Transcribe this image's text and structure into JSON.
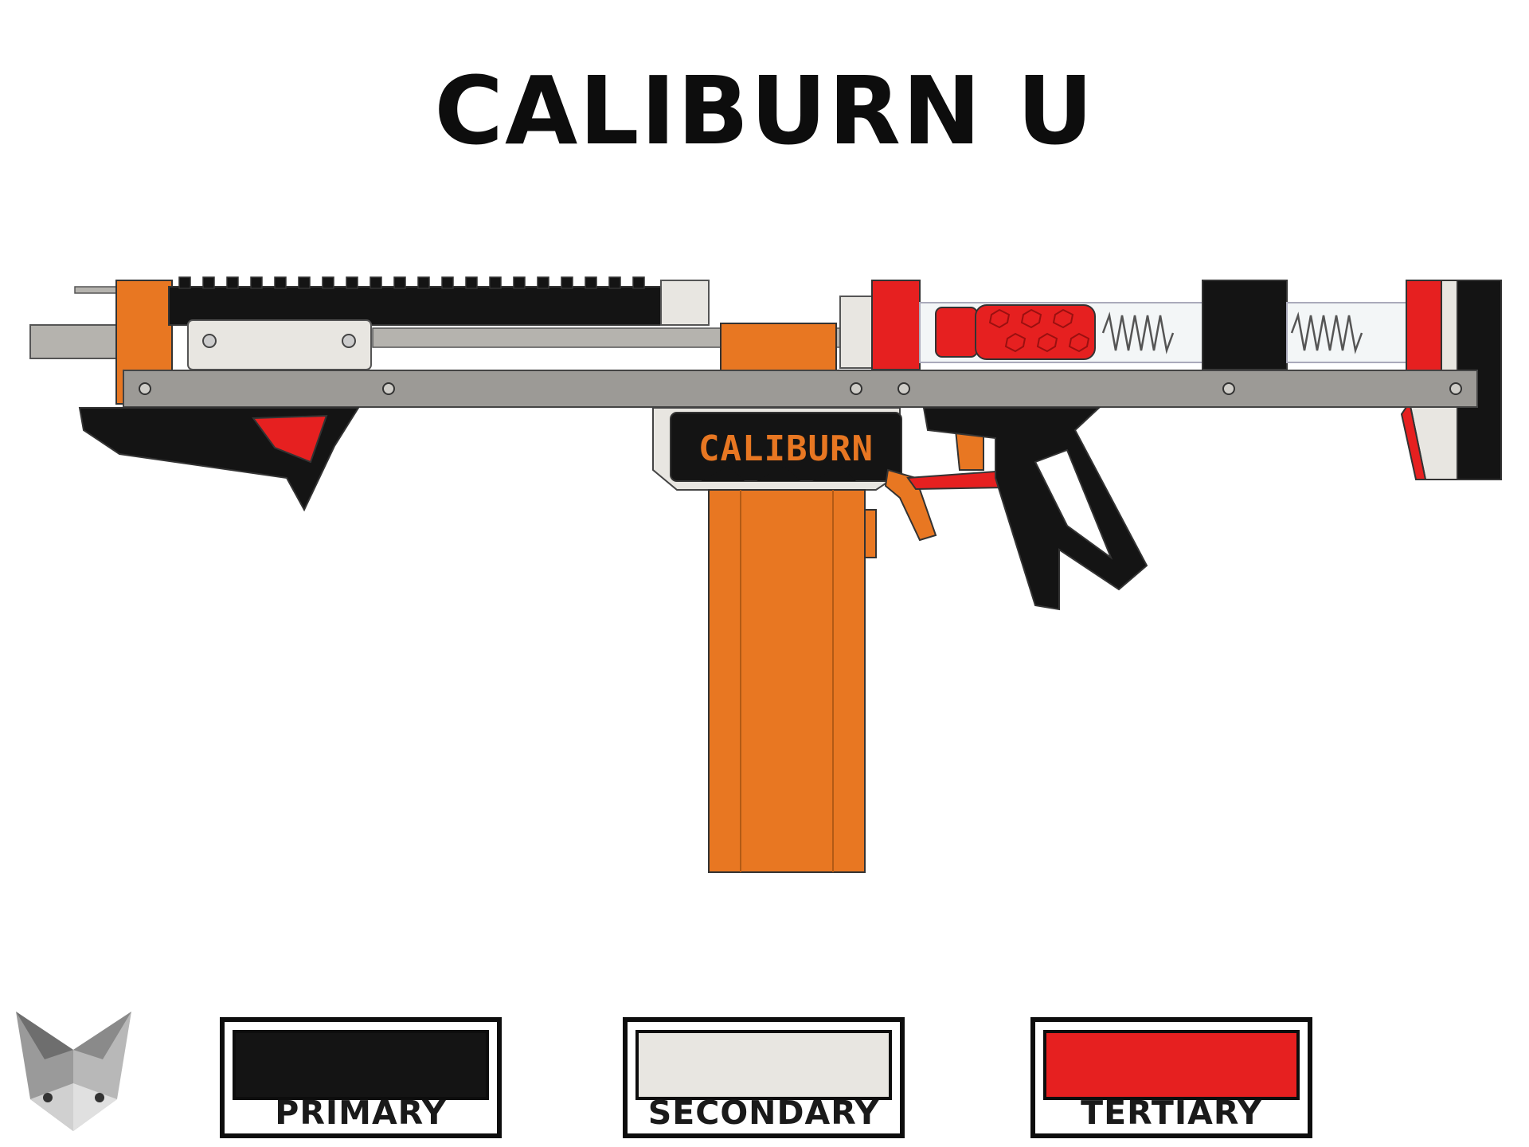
{
  "title": "CALIBURN U",
  "blaster": {
    "brand_text": "CALIBURN"
  },
  "colors": {
    "primary": "#141414",
    "secondary": "#e8e6e1",
    "tertiary": "#e62020",
    "orange": "#e87722",
    "steel": "#9c9a96"
  },
  "swatches": [
    {
      "label": "PRIMARY",
      "color": "#141414"
    },
    {
      "label": "SECONDARY",
      "color": "#e8e6e1"
    },
    {
      "label": "TERTIARY",
      "color": "#e62020"
    }
  ],
  "logo": {
    "icon": "fox-head-icon"
  }
}
